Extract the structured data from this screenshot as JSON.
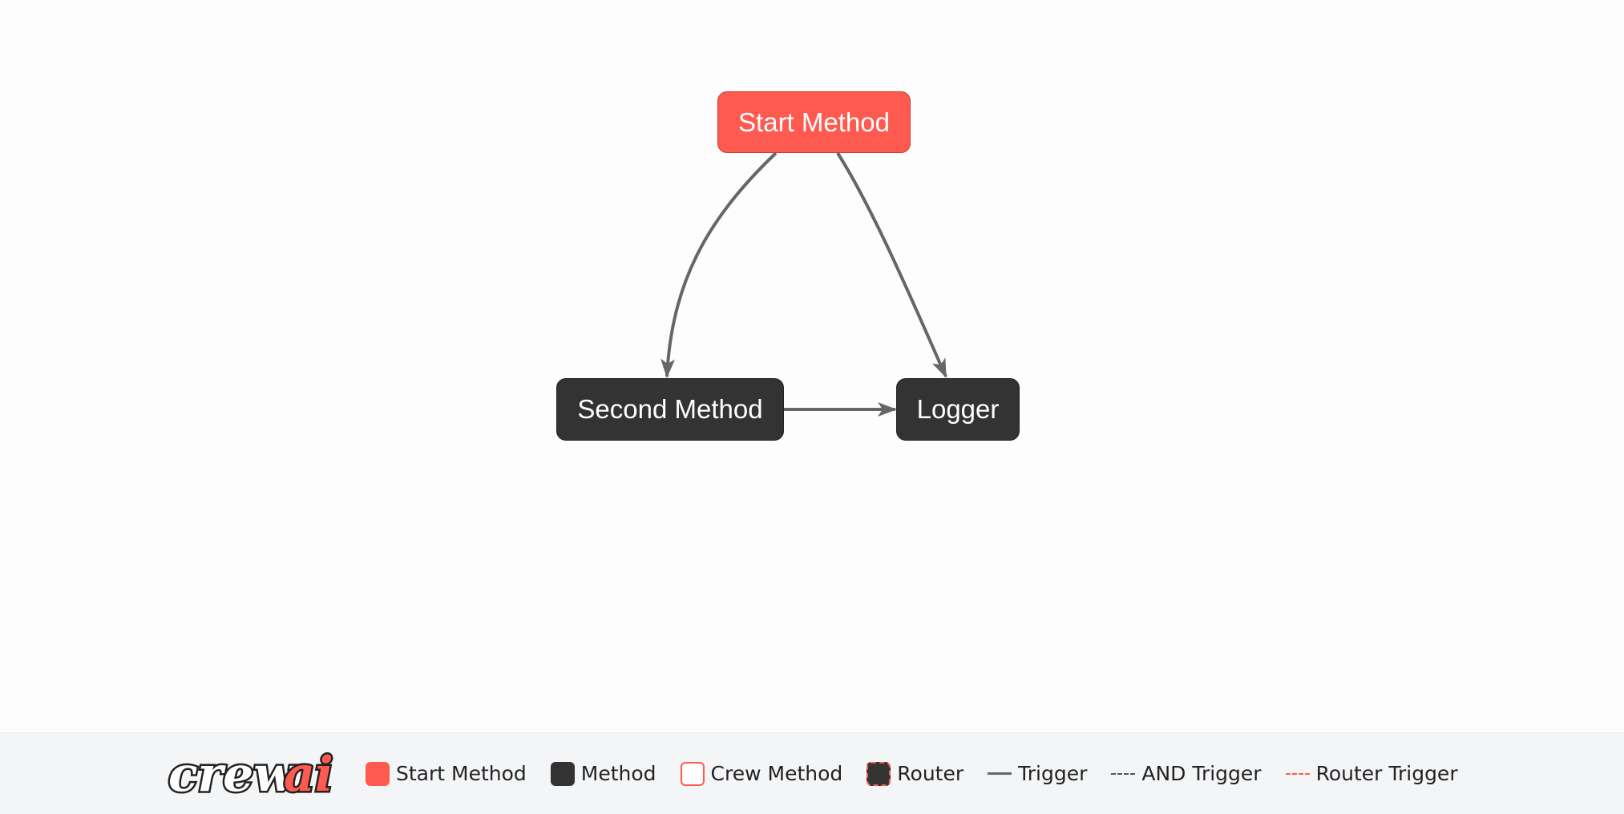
{
  "diagram": {
    "nodes": [
      {
        "id": "start_method",
        "label": "Start Method",
        "kind": "start"
      },
      {
        "id": "second_method",
        "label": "Second Method",
        "kind": "method"
      },
      {
        "id": "logger",
        "label": "Logger",
        "kind": "method"
      }
    ],
    "edges": [
      {
        "from": "start_method",
        "to": "second_method",
        "type": "trigger"
      },
      {
        "from": "start_method",
        "to": "logger",
        "type": "trigger"
      },
      {
        "from": "second_method",
        "to": "logger",
        "type": "trigger"
      }
    ]
  },
  "legend": {
    "logo_text": "crewai",
    "items": [
      {
        "label": "Start Method",
        "icon": "start-method-swatch"
      },
      {
        "label": "Method",
        "icon": "method-swatch"
      },
      {
        "label": "Crew Method",
        "icon": "crew-method-swatch"
      },
      {
        "label": "Router",
        "icon": "router-swatch"
      },
      {
        "label": "Trigger",
        "icon": "trigger-line"
      },
      {
        "label": "AND Trigger",
        "icon": "and-trigger-line"
      },
      {
        "label": "Router Trigger",
        "icon": "router-trigger-line"
      }
    ]
  },
  "colors": {
    "start": "#ff5a50",
    "method": "#333333",
    "edge": "#666666",
    "router_trigger": "#ff5a50",
    "legend_bg": "#f4f5f7"
  }
}
